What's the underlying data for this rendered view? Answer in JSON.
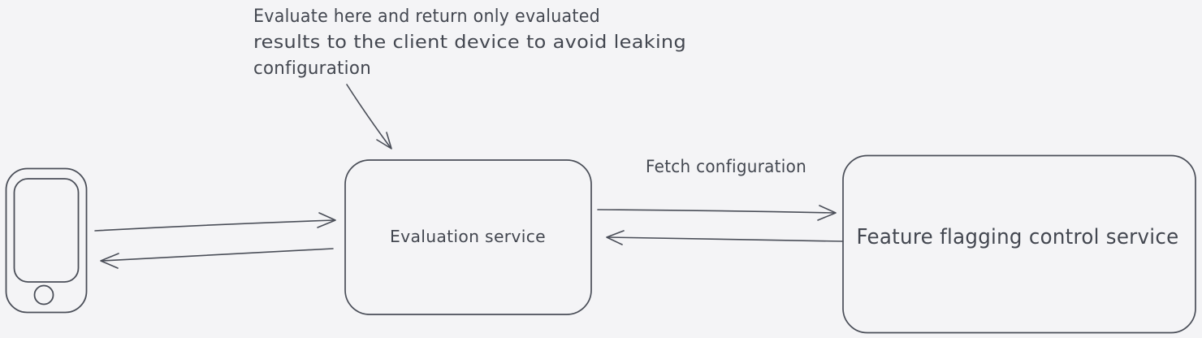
{
  "canvas": {
    "background_color": "#f4f4f6",
    "stroke_color": "#4a4e58",
    "text_color": "#434750"
  },
  "annotation": {
    "lines": [
      "Evaluate here and return only evaluated",
      "results to the client device to avoid leaking",
      "configuration"
    ]
  },
  "nodes": {
    "client_device": {
      "icon": "smartphone-icon"
    },
    "evaluation_service": {
      "label": "Evaluation service"
    },
    "feature_flagging_service": {
      "label": "Feature flagging control service"
    }
  },
  "edges": {
    "fetch_configuration": {
      "label": "Fetch configuration"
    }
  }
}
